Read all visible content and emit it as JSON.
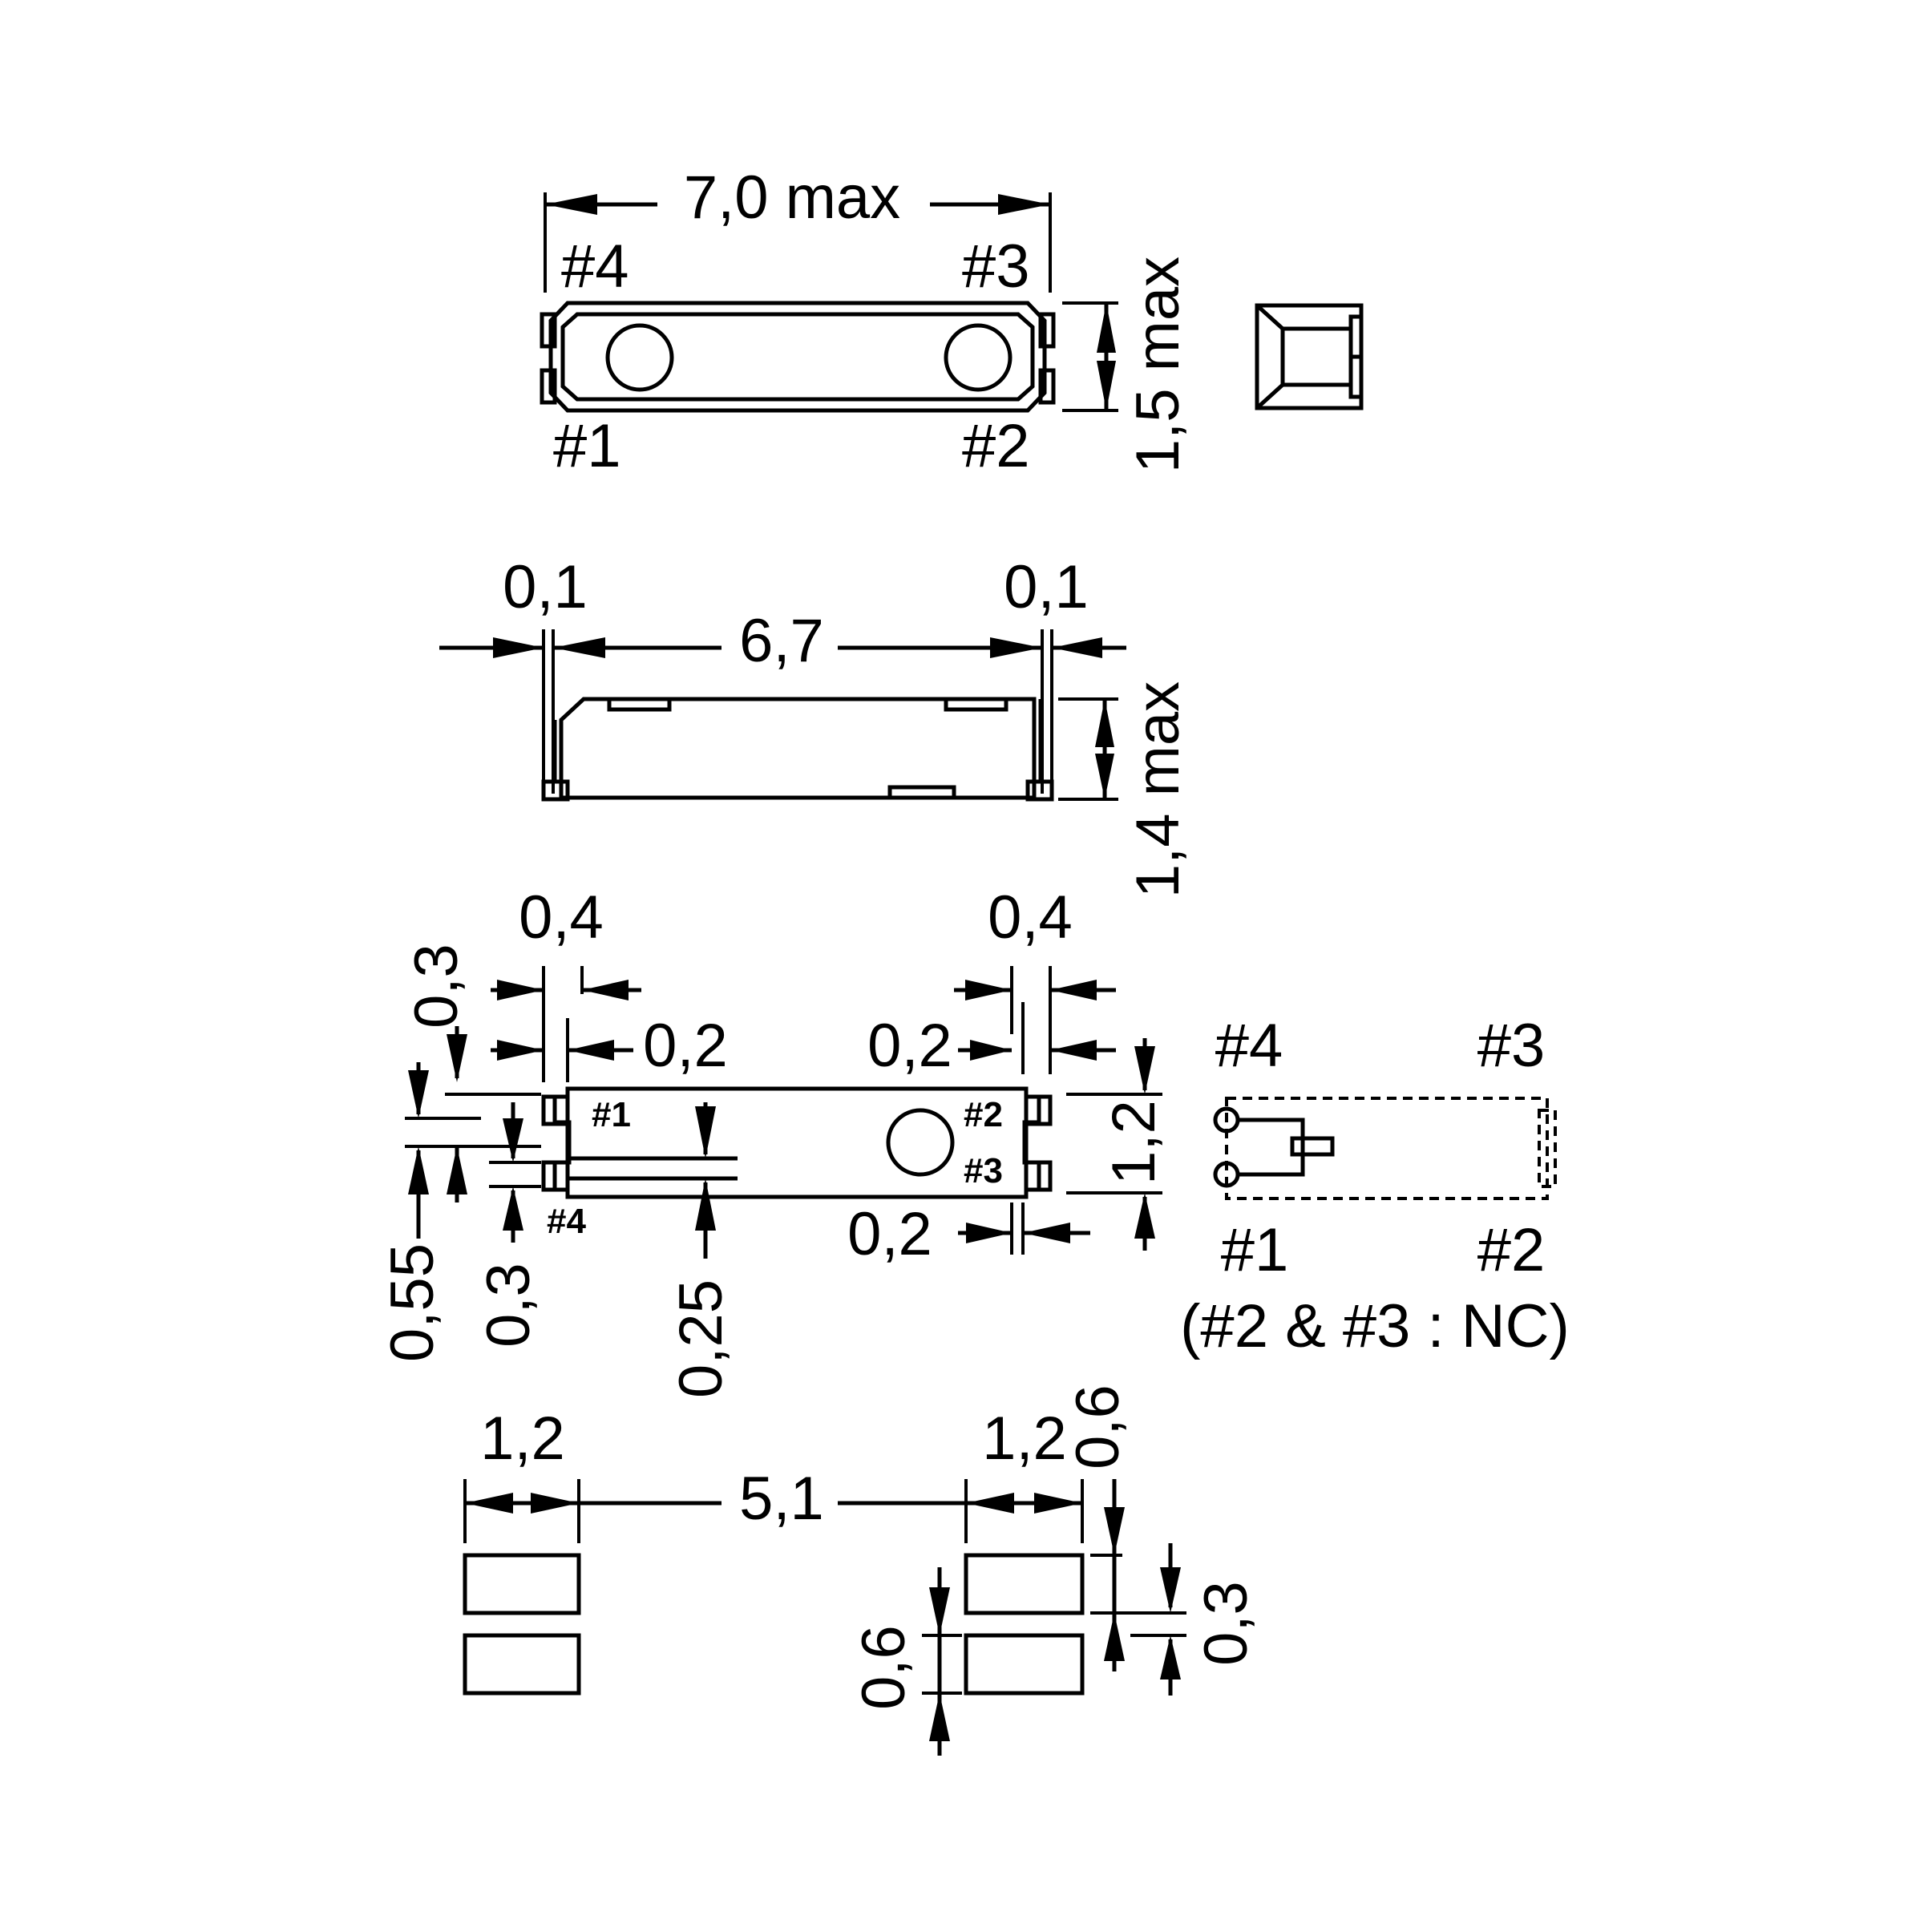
{
  "top_view": {
    "width_label": "7,0 max",
    "height_label": "1,5 max",
    "pins": [
      "#4",
      "#3",
      "#1",
      "#2"
    ]
  },
  "side_view": {
    "left_gap_label": "0,1",
    "right_gap_label": "0,1",
    "length_label": "6,7",
    "height_label": "1,4 max"
  },
  "bottom_view": {
    "pad_width_left": "0,4",
    "pad_width_right": "0,4",
    "top_gap_label": "0,3",
    "inner_gap_left": "0,2",
    "inner_gap_right": "0,2",
    "bottom_gap_label": "0,2",
    "height_label": "1,2",
    "left_pitch_label": "0,55",
    "left_small_label": "0,3",
    "center_label": "0,25",
    "pins": [
      "#1",
      "#2",
      "#3",
      "#4"
    ]
  },
  "schematic": {
    "pins": [
      "#4",
      "#3",
      "#1",
      "#2"
    ],
    "note": "(#2 & #3 : NC)"
  },
  "land_pattern": {
    "pad_width_left": "1,2",
    "pad_width_right": "1,2",
    "spacing_label": "5,1",
    "pad_height_top": "0,6",
    "pad_gap": "0,3",
    "pad_height_left": "0,6"
  }
}
